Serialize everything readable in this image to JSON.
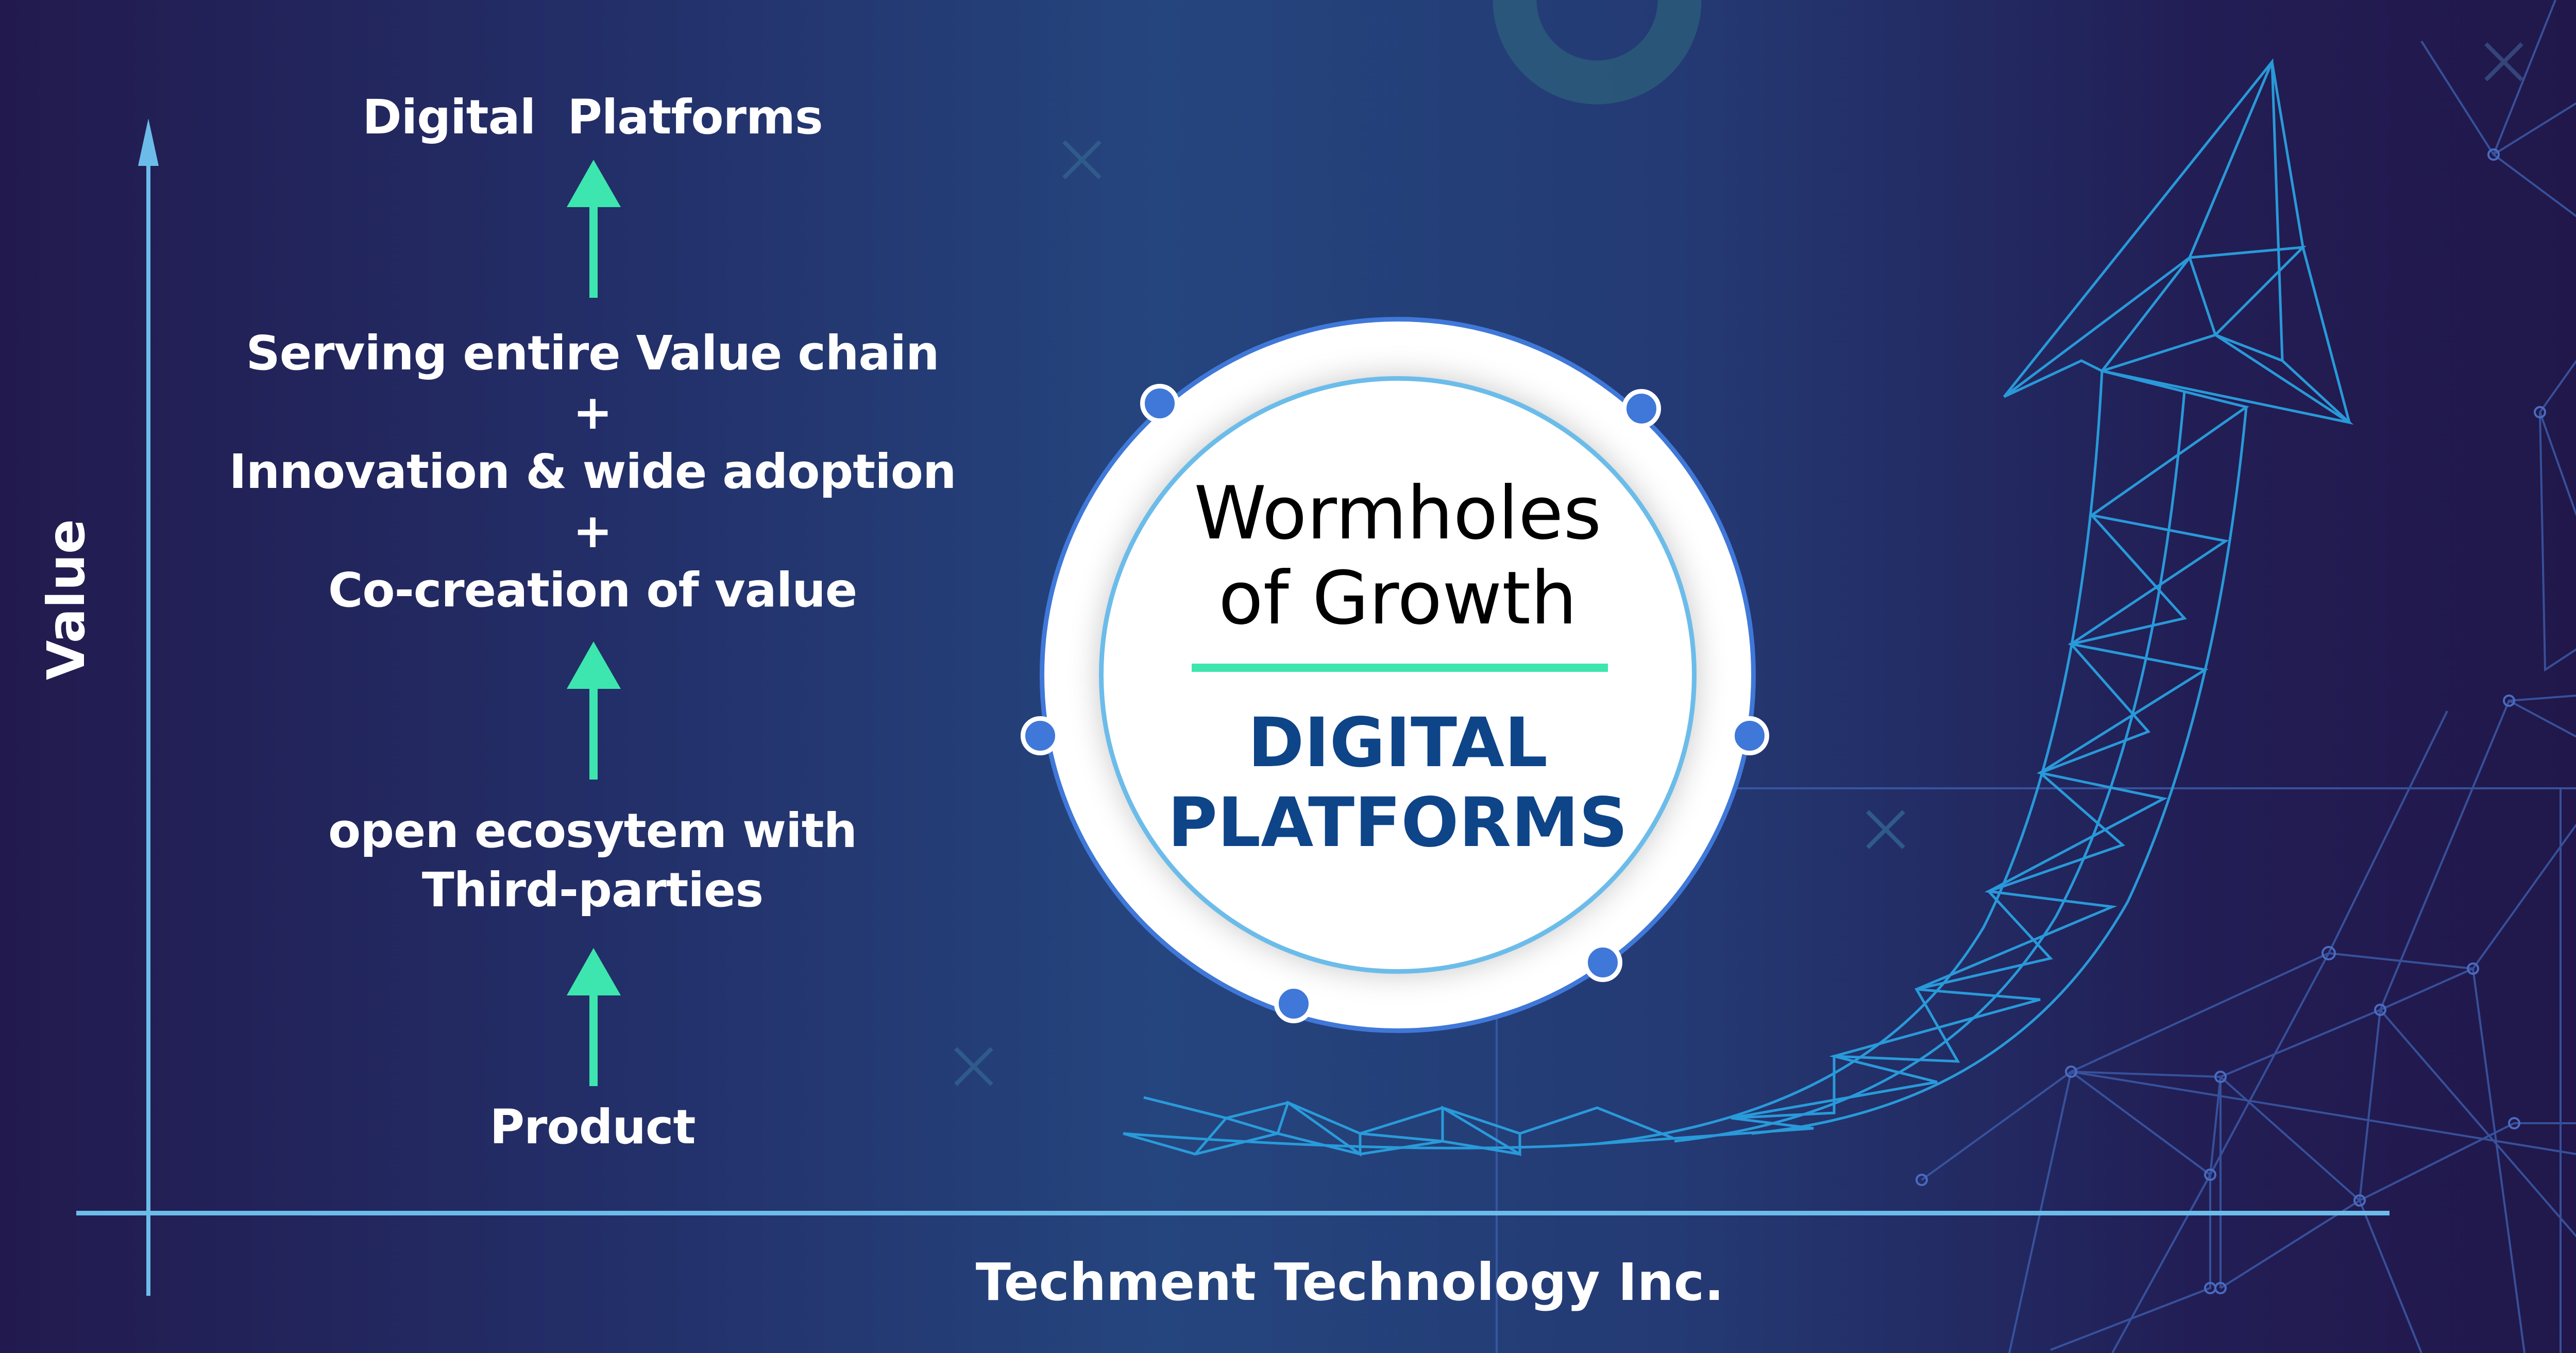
{
  "diagram": {
    "y_axis_label": "Value",
    "footer": "Techment Technology Inc.",
    "steps": [
      {
        "label": "Digital  Platforms"
      },
      {
        "lines": [
          "Serving entire Value chain",
          "+",
          "Innovation & wide adoption",
          "+",
          "Co-creation of value"
        ]
      },
      {
        "lines": [
          "open ecosytem with",
          "Third-parties"
        ]
      },
      {
        "label": "Product"
      }
    ],
    "center": {
      "title_line1": "Wormholes",
      "title_line2": "of Growth",
      "subtitle_line1": "DIGITAL",
      "subtitle_line2": "PLATFORMS"
    }
  },
  "colors": {
    "axis": "#6cbcea",
    "step_arrow": "#3de6ae",
    "subtitle": "#0e4488",
    "ring_outer": "#3f78d8",
    "ring_inner": "#6cbcea",
    "wireframe": "#2aa0e0"
  }
}
